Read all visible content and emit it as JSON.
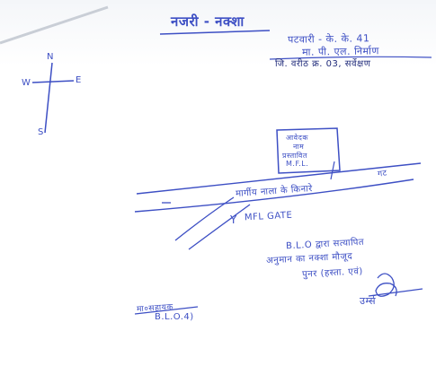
{
  "header": {
    "title": "नजरी - नक्शा",
    "line_1": "पटवारी - के. के. 41",
    "line_2": "मा. पी. एल. निर्माण",
    "line_3": "जि. वरीठ क्र. 03, सर्वेक्षण"
  },
  "compass": {
    "north": "N",
    "south": "S",
    "east": "E",
    "west": "W"
  },
  "map_box": {
    "lines": [
      "आवेदक",
      "नाम",
      "प्रस्तावित",
      "M.F.L."
    ]
  },
  "road_label": "मार्गीय नाला के किनारे",
  "road_label_suffix": "गट",
  "mfl_label": "MFL GATE",
  "mfl_mark": "Y",
  "note": {
    "line_1": "B.L.O द्वारा सत्यापित",
    "line_2": "अनुमान का नक्शा मौजूद",
    "line_3": "पुनर (हस्ता. एवं)"
  },
  "signature_text": "उर्म्स",
  "bottom_left": {
    "signature": "मा०सहायक",
    "code": "B.L.O.4)"
  },
  "colors": {
    "ink": "#3d4fc4",
    "paper": "#ffffff"
  }
}
